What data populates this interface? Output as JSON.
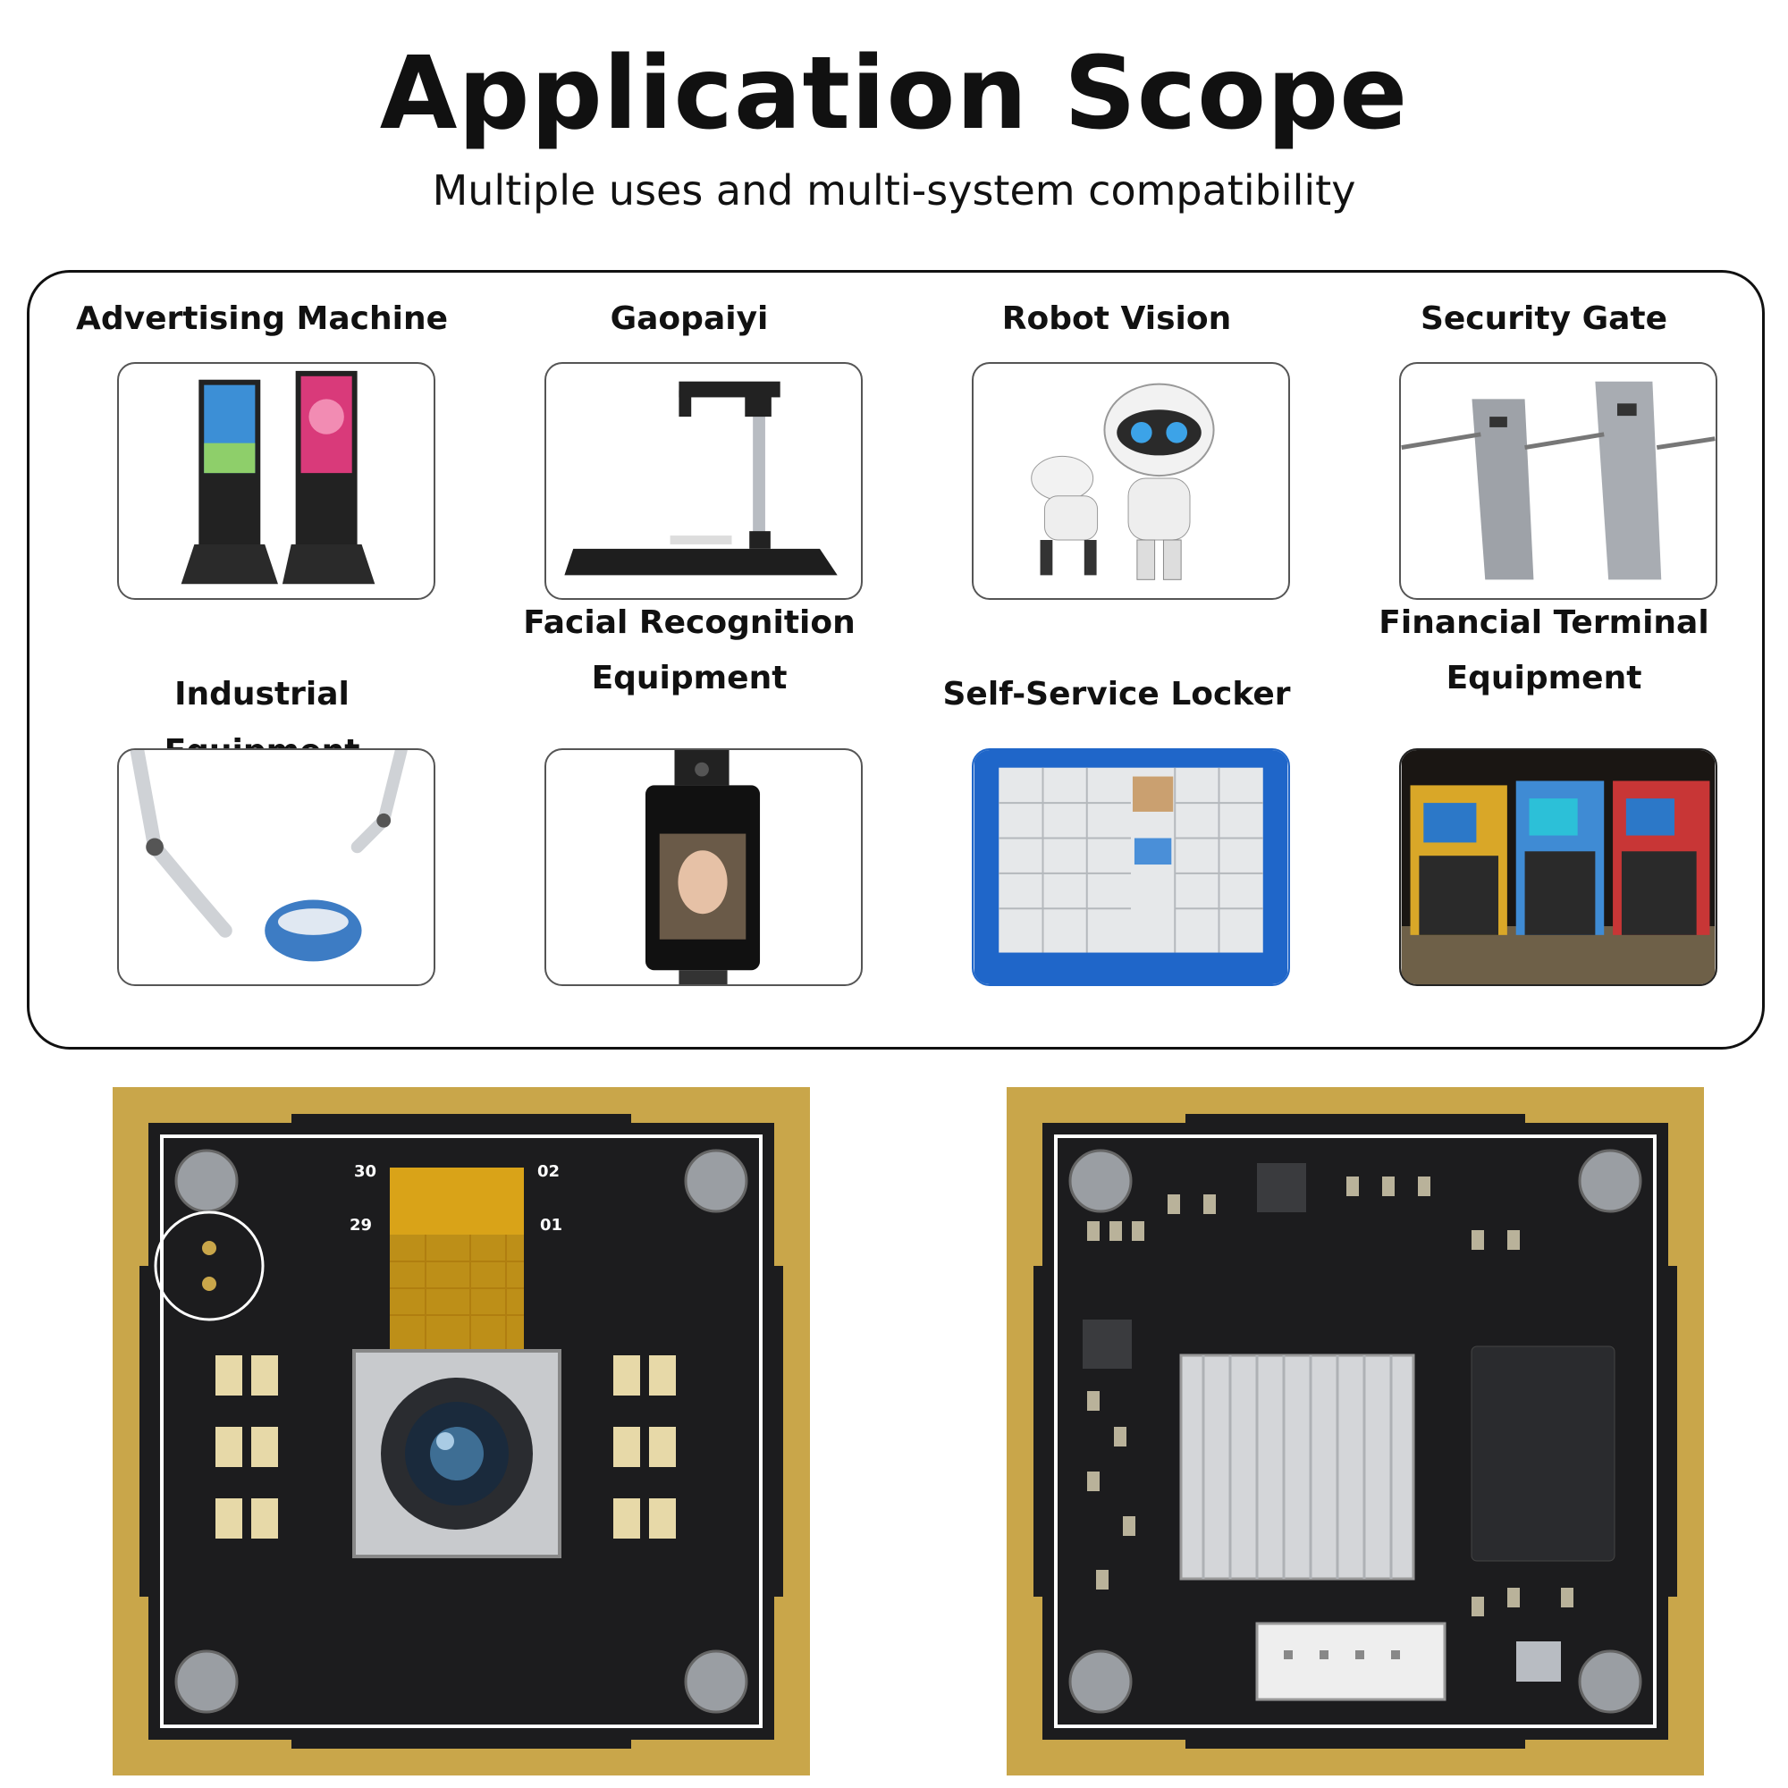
{
  "header": {
    "title": "Application Scope",
    "subtitle": "Multiple uses and multi-system compatibility"
  },
  "applications": [
    {
      "label_line1": "Advertising Machine",
      "label_line2": "",
      "icon": "advertising-machine-icon"
    },
    {
      "label_line1": "Gaopaiyi",
      "label_line2": "",
      "icon": "document-camera-icon"
    },
    {
      "label_line1": "Robot Vision",
      "label_line2": "",
      "icon": "robot-icon"
    },
    {
      "label_line1": "Security Gate",
      "label_line2": "",
      "icon": "turnstile-gate-icon"
    },
    {
      "label_line1": "Industrial Equipment",
      "label_line2": "",
      "icon": "robotic-arm-icon"
    },
    {
      "label_line1": "Facial Recognition",
      "label_line2": "Equipment",
      "icon": "face-recognition-terminal-icon"
    },
    {
      "label_line1": "Self-Service Locker",
      "label_line2": "",
      "icon": "parcel-locker-icon"
    },
    {
      "label_line1": "Financial Terminal",
      "label_line2": "Equipment",
      "icon": "atm-kiosk-icon"
    }
  ],
  "boards": [
    {
      "name": "camera-module-front",
      "icon": "camera-module-front-image",
      "silk": [
        "30",
        "02",
        "29",
        "01"
      ]
    },
    {
      "name": "camera-module-back",
      "icon": "camera-module-back-image"
    }
  ],
  "colors": {
    "pcb": "#1c1c1e",
    "gold": "#c9a64a",
    "flex": "#d9a318",
    "locker_bg": "#1f66c9"
  }
}
